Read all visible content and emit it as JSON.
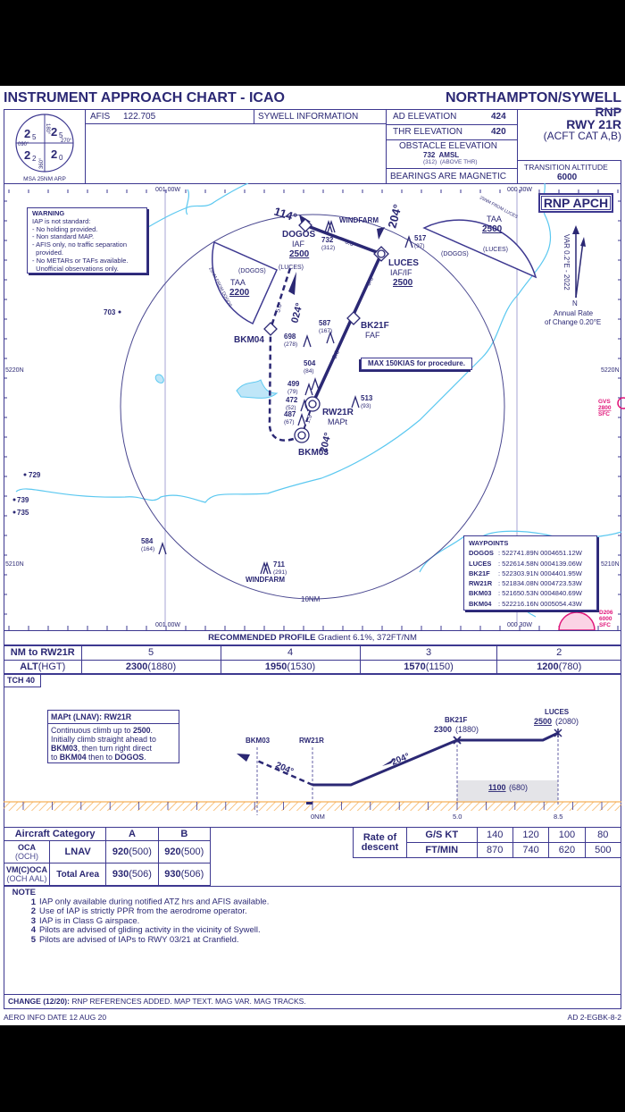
{
  "header": {
    "chart_type": "INSTRUMENT APPROACH CHART - ICAO",
    "aerodrome": "NORTHAMPTON/SYWELL",
    "procedure": "RNP",
    "runway": "RWY 21R",
    "acft_cat": "(ACFT CAT A,B)"
  },
  "msa": {
    "label": "MSA 25NM ARP",
    "sectors": [
      {
        "big": "2",
        "small": "5"
      },
      {
        "big": "2",
        "small": "5"
      },
      {
        "big": "2",
        "small": "2"
      },
      {
        "big": "2",
        "small": "0"
      }
    ],
    "bearings": [
      "180°",
      "090°",
      "270°",
      "360°"
    ]
  },
  "comms": {
    "afis_label": "AFIS",
    "afis_freq": "122.705",
    "info": "SYWELL INFORMATION"
  },
  "elev": {
    "ad_label": "AD ELEVATION",
    "ad": "424",
    "thr_label": "THR ELEVATION",
    "thr": "420",
    "obs_label": "OBSTACLE ELEVATION",
    "obs_amsl": "732",
    "obs_amsl_unit": "AMSL",
    "obs_above": "(312)",
    "obs_above_unit": "(ABOVE THR)",
    "bearings": "BEARINGS ARE MAGNETIC",
    "ta_label": "TRANSITION ALTITUDE",
    "ta": "6000"
  },
  "plan": {
    "grid": {
      "lon_left": "001 00W",
      "lon_right": "000 30W",
      "lat_upper": "5220N",
      "lat_lower": "5210N",
      "range_ring": "10NM"
    },
    "warning": {
      "title": "WARNING",
      "lines": [
        "IAP is not standard:",
        "- No holding provided.",
        "- Non standard MAP.",
        "- AFIS only, no traffic separation",
        "  provided.",
        "- No METARs or TAFs available.",
        "  Unofficial observations only."
      ]
    },
    "rnp_badge": "RNP APCH",
    "max_speed": "MAX 150KIAS for procedure.",
    "var": {
      "text": "VAR 0.2°E - 2022",
      "north": "N",
      "rate1": "Annual Rate",
      "rate2": "of Change 0.20°E"
    },
    "taa_left": {
      "label": "TAA",
      "alt": "2200",
      "arc": "25NM FROM DOGOS",
      "fix1": "(DOGOS)",
      "fix2": "(LUCES)"
    },
    "taa_right": {
      "label": "TAA",
      "alt": "2500",
      "arc": "25NM FROM LUCES",
      "fix1": "(DOGOS)",
      "fix2": "(LUCES)"
    },
    "fixes": {
      "dogos": {
        "name": "DOGOS",
        "role": "IAF",
        "alt": "2500"
      },
      "luces": {
        "name": "LUCES",
        "role": "IAF/IF",
        "alt": "2500"
      },
      "bk21f": {
        "name": "BK21F",
        "role": "FAF"
      },
      "rw21r": {
        "name": "RW21R",
        "role": "MAPt"
      },
      "bkm03": {
        "name": "BKM03"
      },
      "bkm04": {
        "name": "BKM04"
      }
    },
    "tracks": {
      "t114": "114°",
      "t204a": "204°",
      "t024": "024°",
      "t204b": "204°",
      "d35a": "3.5",
      "d35b": "3.5",
      "d50a": "5.0",
      "d50b": "5.0",
      "d19": "1.9"
    },
    "obstacles": [
      {
        "elev": "732",
        "hgt": "(312)"
      },
      {
        "elev": "517",
        "hgt": "(97)"
      },
      {
        "elev": "587",
        "hgt": "(167)"
      },
      {
        "elev": "698",
        "hgt": "(278)"
      },
      {
        "elev": "504",
        "hgt": "(84)"
      },
      {
        "elev": "499",
        "hgt": "(79)"
      },
      {
        "elev": "472",
        "hgt": "(52)"
      },
      {
        "elev": "487",
        "hgt": "(67)"
      },
      {
        "elev": "513",
        "hgt": "(93)"
      },
      {
        "elev": "584",
        "hgt": "(164)"
      },
      {
        "elev": "711",
        "hgt": "(291)"
      }
    ],
    "windfarm": "WINDFARM",
    "spot_heights": [
      "703",
      "729",
      "739",
      "735"
    ],
    "airspace": {
      "gvs": [
        "GVS",
        "2800",
        "SFC"
      ],
      "d206": [
        "D206",
        "6000",
        "SFC"
      ]
    },
    "waypoints": {
      "title": "WAYPOINTS",
      "rows": [
        [
          "DOGOS",
          ": 522741.89N 0004651.12W"
        ],
        [
          "LUCES",
          ": 522614.58N 0004139.06W"
        ],
        [
          "BK21F",
          ": 522303.91N 0004401.95W"
        ],
        [
          "RW21R",
          ": 521834.08N 0004723.53W"
        ],
        [
          "BKM03",
          ": 521650.53N 0004840.69W"
        ],
        [
          "BKM04",
          ": 522216.16N 0005054.43W"
        ]
      ]
    }
  },
  "profile_table": {
    "title": "RECOMMENDED PROFILE",
    "gradient": "Gradient 6.1%, 372FT/NM",
    "row1_label": "NM to RW21R",
    "row2_label_b": "ALT",
    "row2_label_l": "(HGT)",
    "cols": [
      {
        "nm": "5",
        "alt": "2300",
        "hgt": "(1880)"
      },
      {
        "nm": "4",
        "alt": "1950",
        "hgt": "(1530)"
      },
      {
        "nm": "3",
        "alt": "1570",
        "hgt": "(1150)"
      },
      {
        "nm": "2",
        "alt": "1200",
        "hgt": "(780)"
      }
    ]
  },
  "profile": {
    "tch": "TCH 40",
    "mapt_title": "MAPt (LNAV): RW21R",
    "mapt_text": [
      "Continuous climb up to ",
      "2500",
      ".",
      "Initially climb straight ahead to",
      "BKM03",
      ", then turn right direct",
      "to ",
      "BKM04",
      " then to ",
      "DOGOS",
      "."
    ],
    "bkm03": "BKM03",
    "rw21r": "RW21R",
    "bk21f": "BK21F",
    "bk21f_alt": "2300",
    "bk21f_hgt": "(1880)",
    "luces": "LUCES",
    "luces_alt": "2500",
    "luces_hgt": "(2080)",
    "track_in": "204°",
    "track_out": "204°",
    "msa_box_alt": "1100",
    "msa_box_hgt": "(680)",
    "dist": [
      "0NM",
      "5.0",
      "8.5"
    ]
  },
  "minima": {
    "cat_label": "Aircraft Category",
    "cats": [
      "A",
      "B"
    ],
    "oca": "OCA",
    "och": "(OCH)",
    "lnav": "LNAV",
    "lnav_vals": [
      [
        "920",
        "(500)"
      ],
      [
        "920",
        "(500)"
      ]
    ],
    "vmc": "VM(C)OCA",
    "vmc_sub": "(OCH AAL)",
    "total": "Total Area",
    "total_vals": [
      [
        "930",
        "(506)"
      ],
      [
        "930",
        "(506)"
      ]
    ]
  },
  "rod": {
    "label1": "Rate of",
    "label2": "descent",
    "gs_label": "G/S KT",
    "gs": [
      "140",
      "120",
      "100",
      "80"
    ],
    "fpm_label": "FT/MIN",
    "fpm": [
      "870",
      "740",
      "620",
      "500"
    ]
  },
  "notes": {
    "label": "NOTE",
    "items": [
      {
        "n": "1",
        "t": "IAP only available during notified ATZ hrs and AFIS available."
      },
      {
        "n": "2",
        "t": "Use of IAP is strictly PPR from the aerodrome operator."
      },
      {
        "n": "3",
        "t": "IAP is in Class G airspace."
      },
      {
        "n": "4",
        "t": "Pilots are advised of gliding activity in the vicinity of Sywell."
      },
      {
        "n": "5",
        "t": "Pilots are advised of IAPs to RWY 03/21 at Cranfield."
      }
    ]
  },
  "change": {
    "label": "CHANGE (12/20):",
    "text": "RNP REFERENCES ADDED. MAP TEXT. MAG VAR. MAG TRACKS."
  },
  "footer": {
    "left": "AERO INFO DATE 12 AUG 20",
    "right": "AD 2-EGBK-8-2"
  },
  "colors": {
    "ink": "#2b2874",
    "line": "#3d3890",
    "water": "#5bc8f0",
    "airspace": "#e0167a"
  }
}
